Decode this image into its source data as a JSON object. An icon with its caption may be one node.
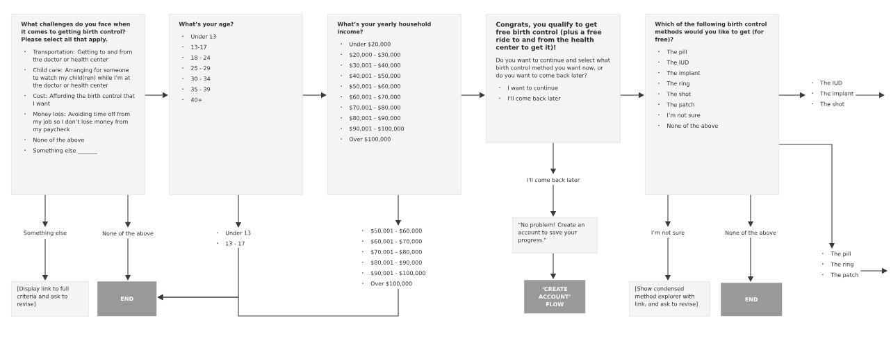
{
  "diagram": {
    "nodes": [
      {
        "text": [
          "What challenges do you face when it comes to getting birth control? Please select all that apply.",
          "Transportation: Getting to and from the doctor or health center",
          "Child care: Arranging for someone to watch my child(ren) while I’m at the doctor or health center",
          "Cost: Affording the birth control that I want",
          "Money loss: Avoiding time off from my job so I don’t lose money from my paycheck",
          "None of the above",
          "Something else _______"
        ]
      },
      {
        "text": [
          "What’s your age?",
          "Under 13",
          "13-17",
          "18 - 24",
          "25 - 29",
          "30 - 34",
          "35 - 39",
          "40+"
        ]
      },
      {
        "text": [
          "What’s your yearly household income?",
          "Under $20,000",
          "$20,000 - $30,000",
          "$30,001 - $40,000",
          "$40,001 - $50,000",
          "$50,001 - $60,000",
          "$60,001 - $70,000",
          "$70,001 - $80,000",
          "$80,001 - $90,000",
          "$90,001 - $100,000",
          "Over $100,000"
        ]
      },
      {
        "text": [
          "Congrats, you qualify to get free birth control (plus a free ride to and from the health center to get it)!",
          "Do you want to continue and select what birth control method you want now, or do you want to come back later?",
          "I want to continue",
          "I'll come back later"
        ]
      },
      {
        "text": [
          "Which of the following birth control methods would you like to get (for free)?",
          "The pill",
          "The IUD",
          "The implant",
          "The ring",
          "The shot",
          "The patch",
          "I’m not sure",
          "None of the above"
        ]
      },
      {
        "text": [
          "The IUD",
          "The implant",
          "The shot"
        ]
      },
      {
        "text": [
          "Something else"
        ]
      },
      {
        "text": [
          "None of the above"
        ]
      },
      {
        "text": [
          "Under 13",
          "13 - 17"
        ]
      },
      {
        "text": [
          "$50,001 - $60,000",
          "$60,001 - $70,000",
          "$70,001 - $80,000",
          "$80,001 - $90,000",
          "$90,001 - $100,000",
          "Over $100,000"
        ]
      },
      {
        "text": [
          "I'll come back later"
        ]
      },
      {
        "text": [
          "\"No problem! Create an account to save your progress.\""
        ]
      },
      {
        "text": [
          "‘CREATE ACCOUNT’ FLOW"
        ]
      },
      {
        "text": [
          "I’m not sure"
        ]
      },
      {
        "text": [
          "None of the above"
        ]
      },
      {
        "text": [
          "[Display link to full criteria and ask to revise]"
        ]
      },
      {
        "text": [
          "END"
        ]
      },
      {
        "text": [
          "[Show condensed method explorer with link, and ask to revise]"
        ]
      },
      {
        "text": [
          "END"
        ]
      },
      {
        "text": [
          "The pill",
          "The ring",
          "The patch"
        ]
      }
    ],
    "edges": [
      {
        "from": 0,
        "to": 1,
        "arrow": "to"
      },
      {
        "from": 1,
        "to": 2,
        "arrow": "to"
      },
      {
        "from": 2,
        "to": 3,
        "arrow": "to"
      },
      {
        "from": 3,
        "to": 4,
        "arrow": "to"
      },
      {
        "from": 4,
        "to": 5,
        "arrow": "to"
      },
      {
        "from": 5,
        "to": null,
        "arrow": "to"
      },
      {
        "from": 0,
        "to": 6,
        "arrow": "to"
      },
      {
        "from": 0,
        "to": 7,
        "arrow": "to"
      },
      {
        "from": 1,
        "to": 8,
        "arrow": "to"
      },
      {
        "from": 2,
        "to": 9,
        "arrow": "to"
      },
      {
        "from": 3,
        "to": 10,
        "arrow": "to"
      },
      {
        "from": 10,
        "to": 11,
        "arrow": "to"
      },
      {
        "from": 11,
        "to": 12,
        "arrow": "to"
      },
      {
        "from": 4,
        "to": 13,
        "arrow": "to"
      },
      {
        "from": 4,
        "to": 14,
        "arrow": "to"
      },
      {
        "from": 4,
        "to": 19,
        "arrow": "to"
      },
      {
        "from": 19,
        "to": null,
        "arrow": "to"
      },
      {
        "from": 6,
        "to": 15,
        "arrow": "to"
      },
      {
        "from": 7,
        "to": 16,
        "arrow": "to"
      },
      {
        "from": 8,
        "to": 16,
        "arrow": "to"
      },
      {
        "from": 9,
        "to": 16,
        "arrow": "to"
      },
      {
        "from": 13,
        "to": 17,
        "arrow": "to"
      },
      {
        "from": 14,
        "to": 18,
        "arrow": "to"
      }
    ]
  }
}
